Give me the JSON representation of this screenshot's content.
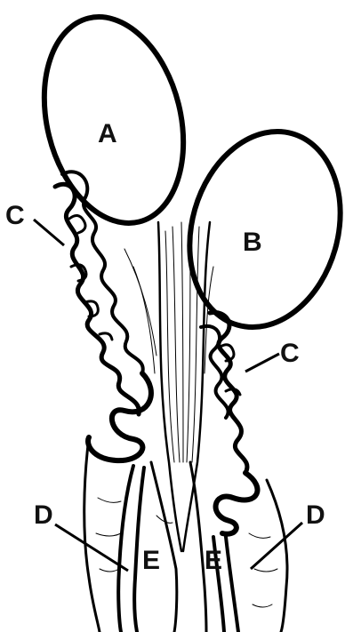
{
  "diagram": {
    "labels": [
      {
        "id": "A",
        "text": "A"
      },
      {
        "id": "B",
        "text": "B"
      },
      {
        "id": "C_left",
        "text": "C"
      },
      {
        "id": "C_right",
        "text": "C"
      },
      {
        "id": "D_left",
        "text": "D"
      },
      {
        "id": "D_right",
        "text": "D"
      },
      {
        "id": "E_left",
        "text": "E"
      },
      {
        "id": "E_right",
        "text": "E"
      }
    ],
    "colors": {
      "ink": "#000000",
      "background": "#ffffff"
    }
  }
}
